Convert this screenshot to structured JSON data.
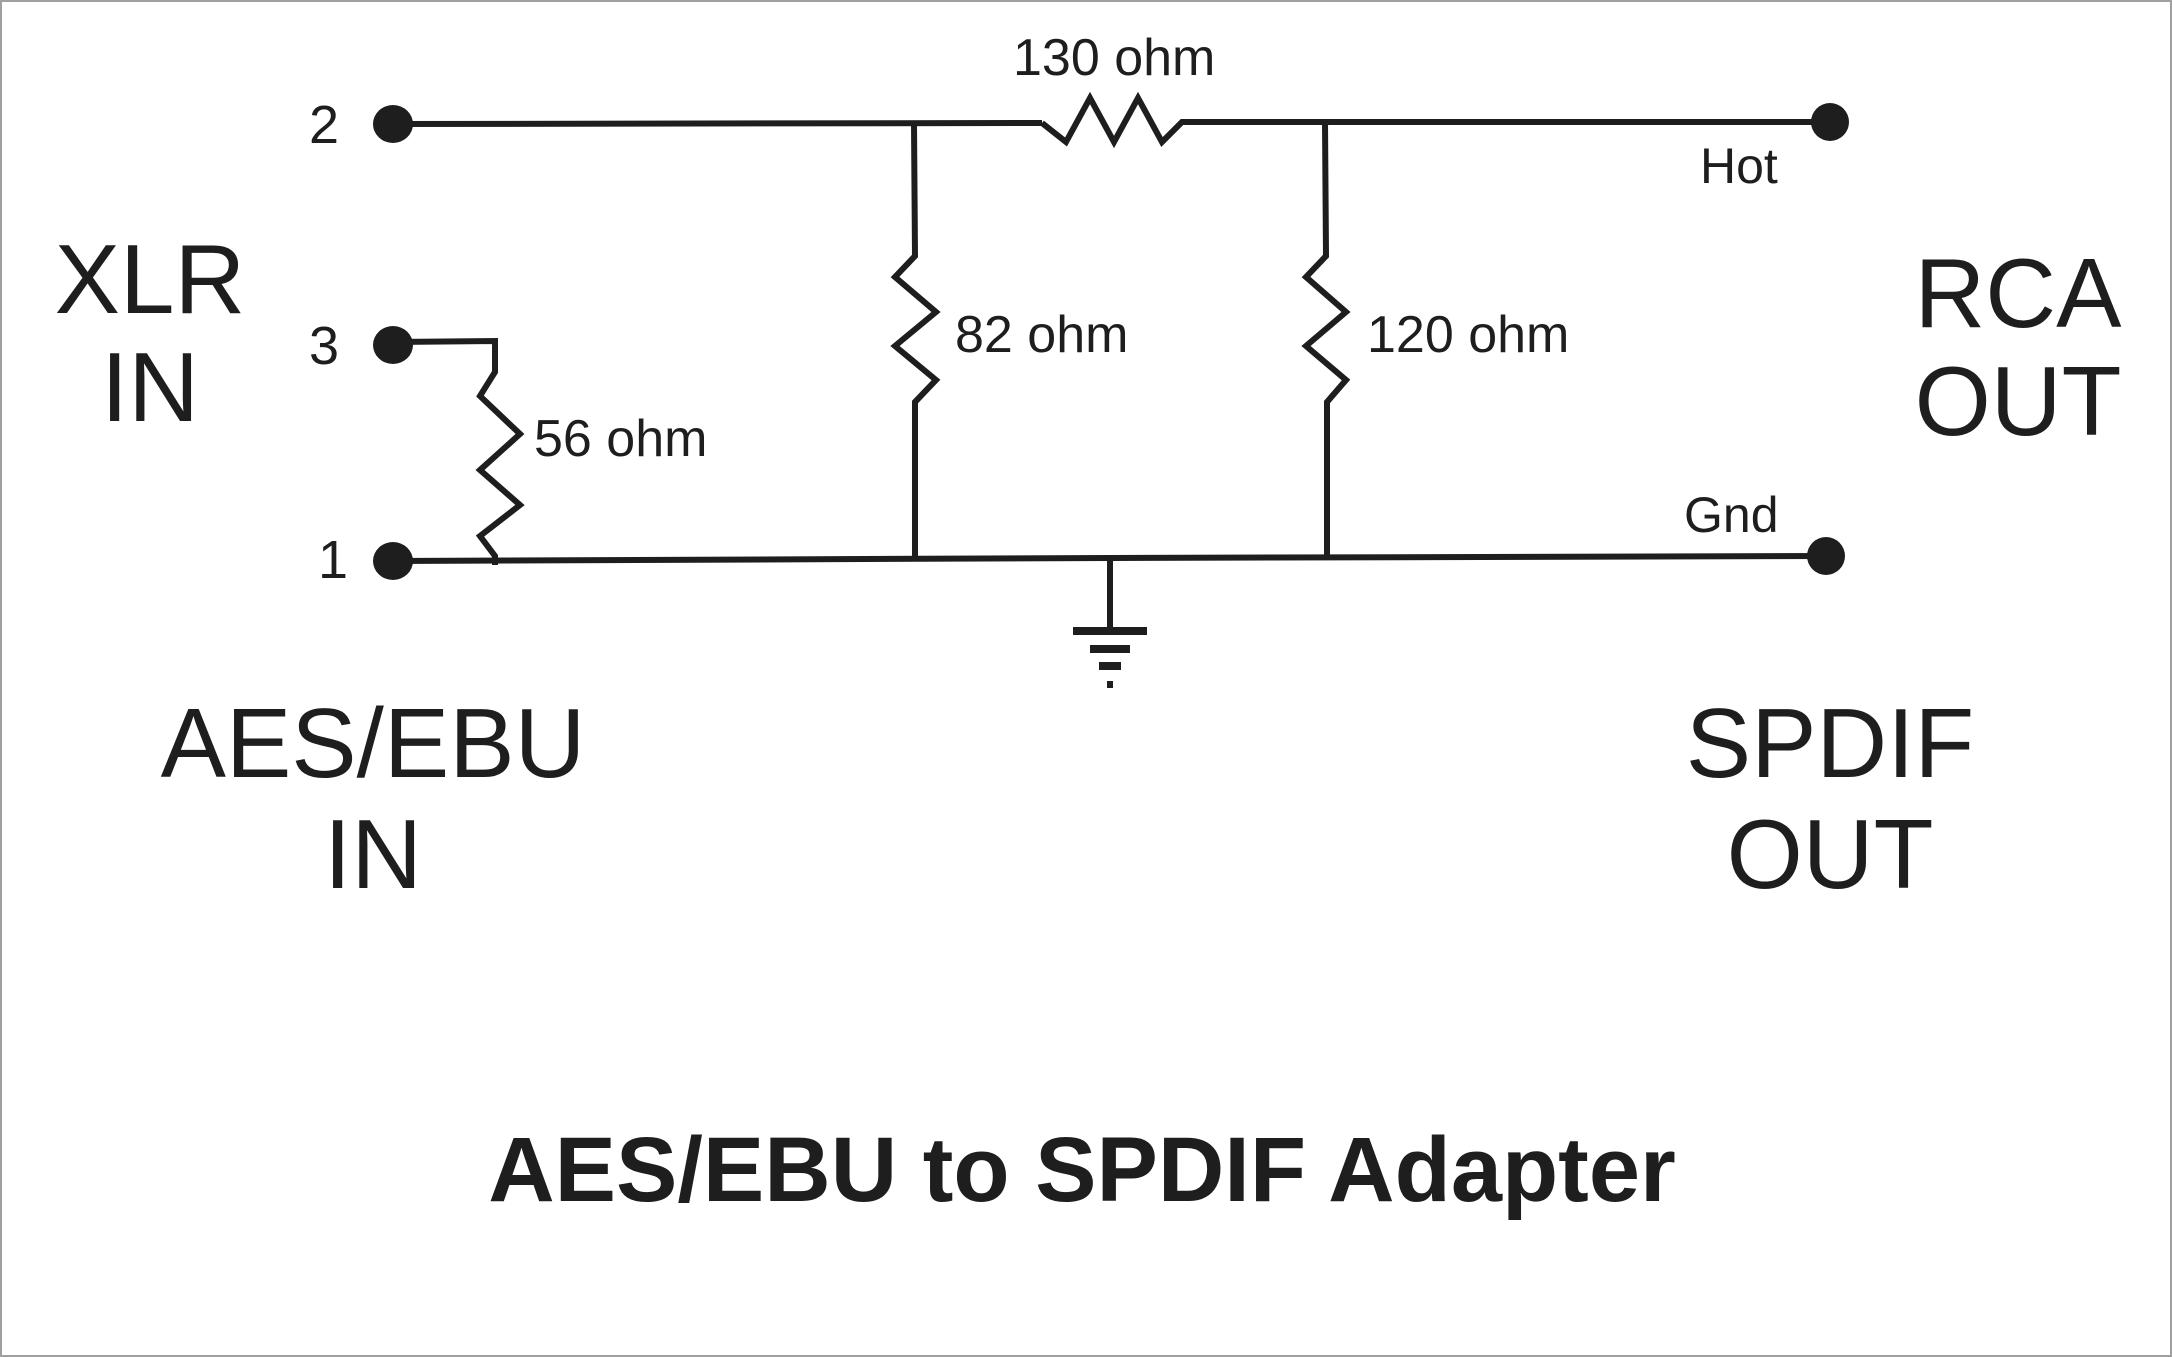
{
  "title": "AES/EBU to SPDIF Adapter",
  "colors": {
    "ink": "#1e1e1e",
    "background": "#ffffff",
    "border": "#a0a0a0"
  },
  "input": {
    "connector_line1": "XLR",
    "connector_line2": "IN",
    "format_line1": "AES/EBU",
    "format_line2": "IN",
    "pins": [
      {
        "id": "pin2",
        "label": "2"
      },
      {
        "id": "pin3",
        "label": "3"
      },
      {
        "id": "pin1",
        "label": "1"
      }
    ]
  },
  "output": {
    "connector_line1": "RCA",
    "connector_line2": "OUT",
    "format_line1": "SPDIF",
    "format_line2": "OUT",
    "terminals": [
      {
        "id": "hot",
        "label": "Hot"
      },
      {
        "id": "gnd",
        "label": "Gnd"
      }
    ]
  },
  "components": [
    {
      "id": "R1",
      "type": "resistor",
      "value": "56 ohm",
      "from": "pin3",
      "to": "pin1"
    },
    {
      "id": "R2",
      "type": "resistor",
      "value": "82 ohm",
      "from": "pin2-bus",
      "to": "ground-bus"
    },
    {
      "id": "R3",
      "type": "resistor",
      "value": "130 ohm",
      "from": "pin2-bus",
      "to": "hot"
    },
    {
      "id": "R4",
      "type": "resistor",
      "value": "120 ohm",
      "from": "hot",
      "to": "ground-bus"
    },
    {
      "id": "GND",
      "type": "ground",
      "value": "",
      "from": "ground-bus",
      "to": "earth"
    }
  ]
}
